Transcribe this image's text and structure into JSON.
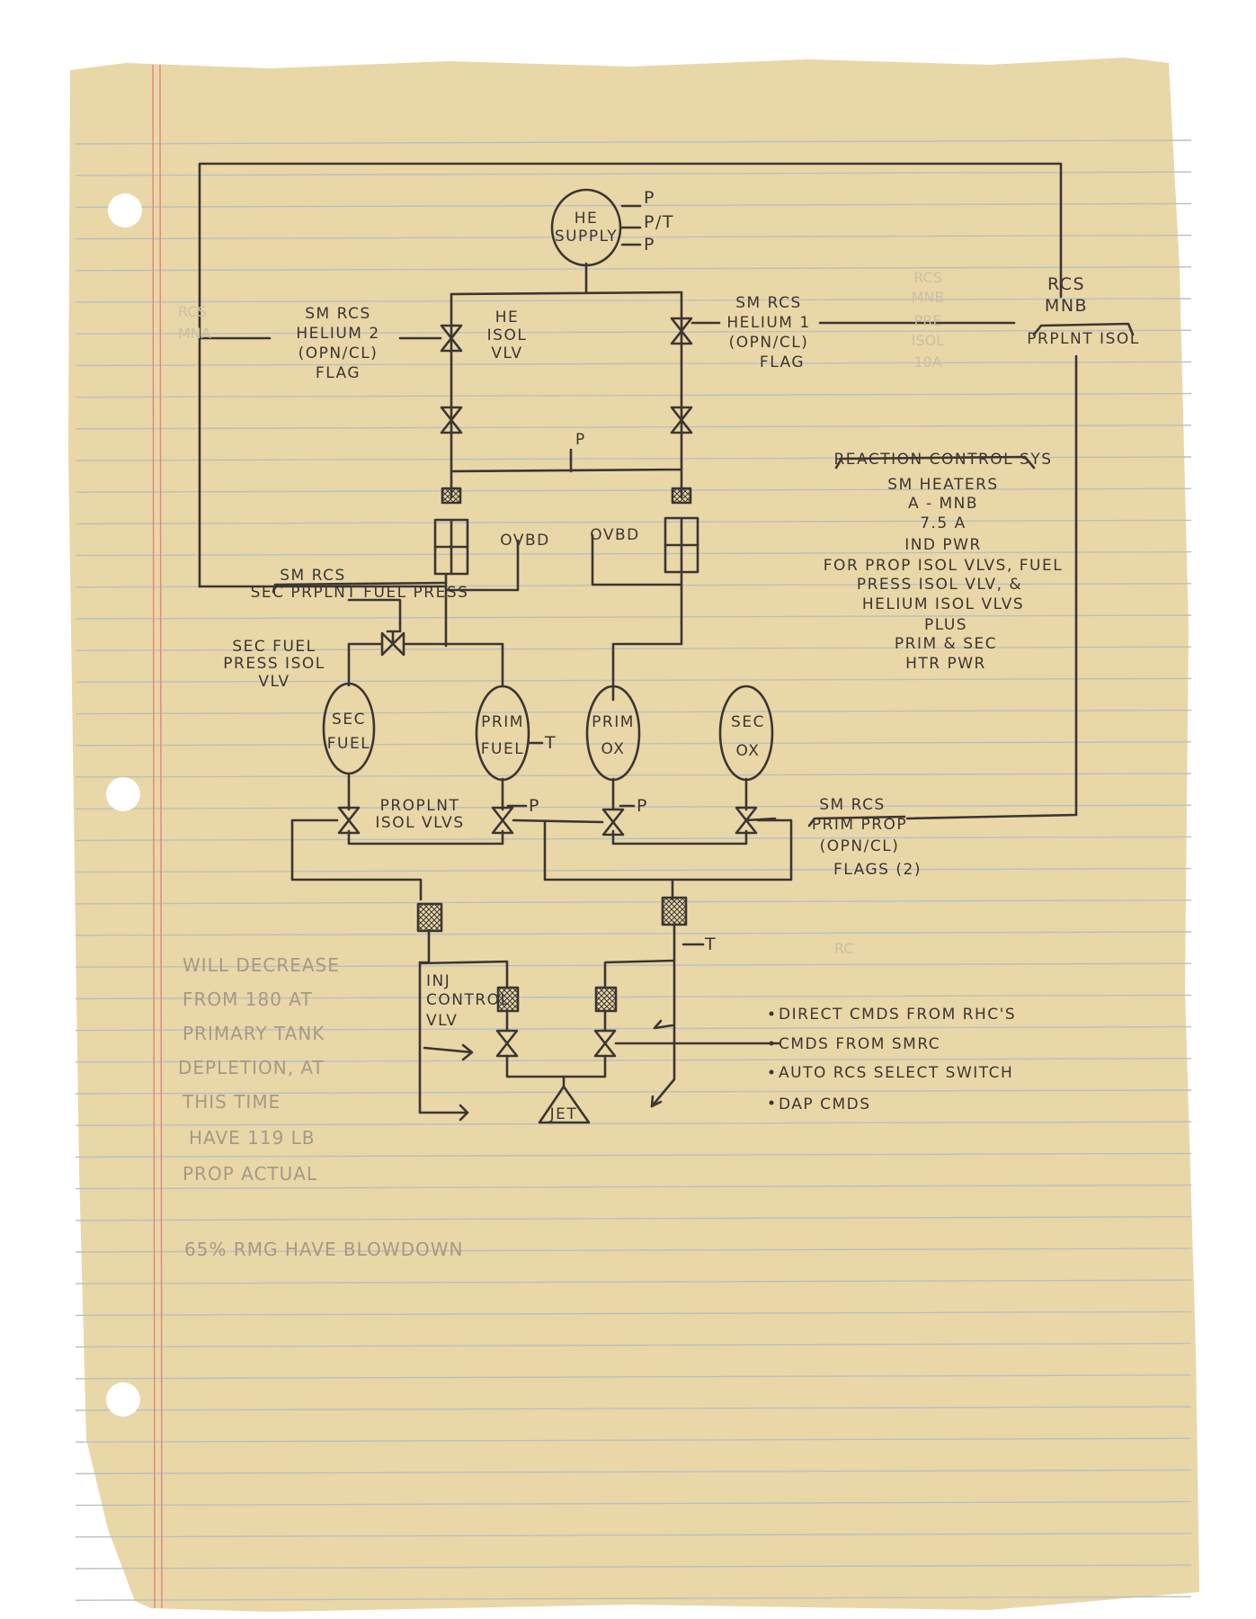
{
  "document": {
    "type": "handwritten schematic on ruled notebook paper",
    "colors": {
      "paper": "#ead7a8",
      "ink": "#3b3631",
      "pencil": "#a49a86",
      "rule": "#b7c1bf",
      "margin": "#e08a84"
    },
    "he_supply": {
      "label_1": "HE",
      "label_2": "SUPPLY",
      "sensor_1": "P",
      "sensor_2": "P/T",
      "sensor_3": "P"
    },
    "he_isol_vlv": {
      "line_1": "HE",
      "line_2": "ISOL",
      "line_3": "VLV"
    },
    "helium2_flag": {
      "line_1": "SM RCS",
      "line_2": "HELIUM 2",
      "line_3": "(OPN/CL)",
      "line_4": "FLAG"
    },
    "helium1_flag": {
      "line_1": "SM RCS",
      "line_2": "HELIUM 1",
      "line_3": "(OPN/CL)",
      "line_4": "FLAG"
    },
    "rcs_mnb": {
      "line_1": "RCS",
      "line_2": "MNB",
      "line_3": "PRPLNT ISOL"
    },
    "faint_rcs_mnb": {
      "line_1": "RCS",
      "line_2": "MNB",
      "line_3": "PRE",
      "line_4": "ISOL",
      "line_5": "10A"
    },
    "faint_left": {
      "line_1": "RCS",
      "line_2": "MNA"
    },
    "faint_lower": "RC",
    "pressure_sensor": "P",
    "ovbd_left": "OVBD",
    "ovbd_right": "OVBD",
    "sec_prplnt_fuel_press": {
      "line_1": "SM RCS",
      "line_2": "SEC PRPLNT FUEL PRESS"
    },
    "sec_fuel_press_isol": {
      "line_1": "SEC FUEL",
      "line_2": "PRESS ISOL",
      "line_3": "VLV"
    },
    "heaters_note": {
      "title": "REACTION CONTROL SYS",
      "lines": [
        "SM HEATERS",
        "A - MNB",
        "7.5 A",
        "IND PWR",
        "FOR PROP ISOL VLVS, FUEL",
        "PRESS ISOL VLV, &",
        "HELIUM ISOL VLVS",
        "PLUS",
        "PRIM & SEC",
        "HTR PWR"
      ]
    },
    "tanks": [
      {
        "line_1": "SEC",
        "line_2": "FUEL"
      },
      {
        "line_1": "PRIM",
        "line_2": "FUEL"
      },
      {
        "line_1": "PRIM",
        "line_2": "OX"
      },
      {
        "line_1": "SEC",
        "line_2": "OX"
      }
    ],
    "tank_sensors": {
      "prim_fuel_t": "T",
      "prim_fuel_p": "P",
      "prim_ox_p": "P",
      "inj_t": "T"
    },
    "proplnt_isol_vlvs": {
      "line_1": "PROPLNT",
      "line_2": "ISOL VLVS"
    },
    "prim_prop_flags": {
      "line_1": "SM RCS",
      "line_2": "PRIM PROP",
      "line_3": "(OPN/CL)",
      "line_4": "FLAGS (2)"
    },
    "inj_control_vlv": {
      "line_1": "INJ",
      "line_2": "CONTROL",
      "line_3": "VLV"
    },
    "jet": "JET",
    "commands": [
      "DIRECT CMDS FROM RHC'S",
      "CMDS FROM SMRC",
      "AUTO RCS SELECT SWITCH",
      "DAP CMDS"
    ],
    "pencil_note": [
      "WILL DECREASE",
      "FROM 180 AT",
      "PRIMARY TANK",
      "DEPLETION, AT",
      "THIS TIME",
      "HAVE 119 LB",
      "PROP ACTUAL"
    ],
    "pencil_note_2": "65% RMG HAVE BLOWDOWN"
  }
}
